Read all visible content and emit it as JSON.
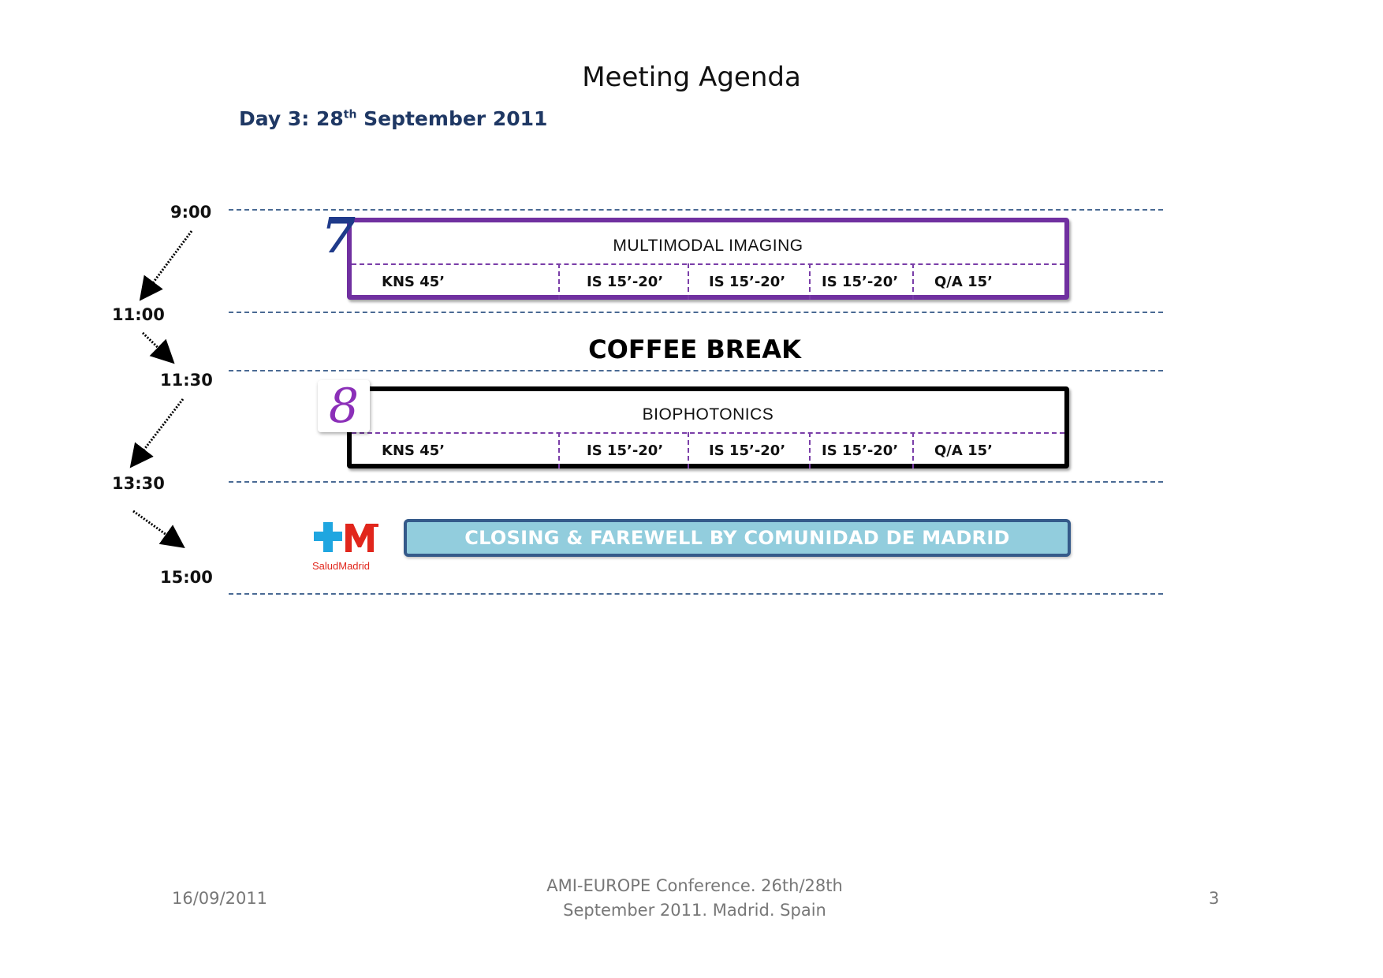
{
  "header": {
    "title": "Meeting Agenda",
    "day_prefix": "Day 3: 28",
    "day_sup": "th",
    "day_suffix": " September 2011"
  },
  "times": [
    "9:00",
    "11:00",
    "11:30",
    "13:30",
    "15:00"
  ],
  "sessions": [
    {
      "badge": "7",
      "title": "MULTIMODAL IMAGING",
      "slots": [
        "KNS 45’",
        "IS 15’-20’",
        "IS 15’-20’",
        "IS 15’-20’",
        "Q/A 15’"
      ]
    },
    {
      "badge": "8",
      "title": "BIOPHOTONICS",
      "slots": [
        "KNS 45’",
        "IS 15’-20’",
        "IS 15’-20’",
        "IS 15’-20’",
        "Q/A 15’"
      ]
    }
  ],
  "coffee_break": "COFFEE BREAK",
  "closing": {
    "logo_text": "SaludMadrid",
    "label": "CLOSING & FAREWELL BY COMUNIDAD DE MADRID"
  },
  "footer": {
    "date": "16/09/2011",
    "center_line1": "AMI-EUROPE Conference. 26th/28th",
    "center_line2": "September 2011. Madrid. Spain",
    "page": "3"
  },
  "colors": {
    "session1_border": "#7030a0",
    "session2_border": "#000000",
    "closing_fill": "#92cddd",
    "closing_border": "#355a8a",
    "day_text": "#1f3864"
  }
}
